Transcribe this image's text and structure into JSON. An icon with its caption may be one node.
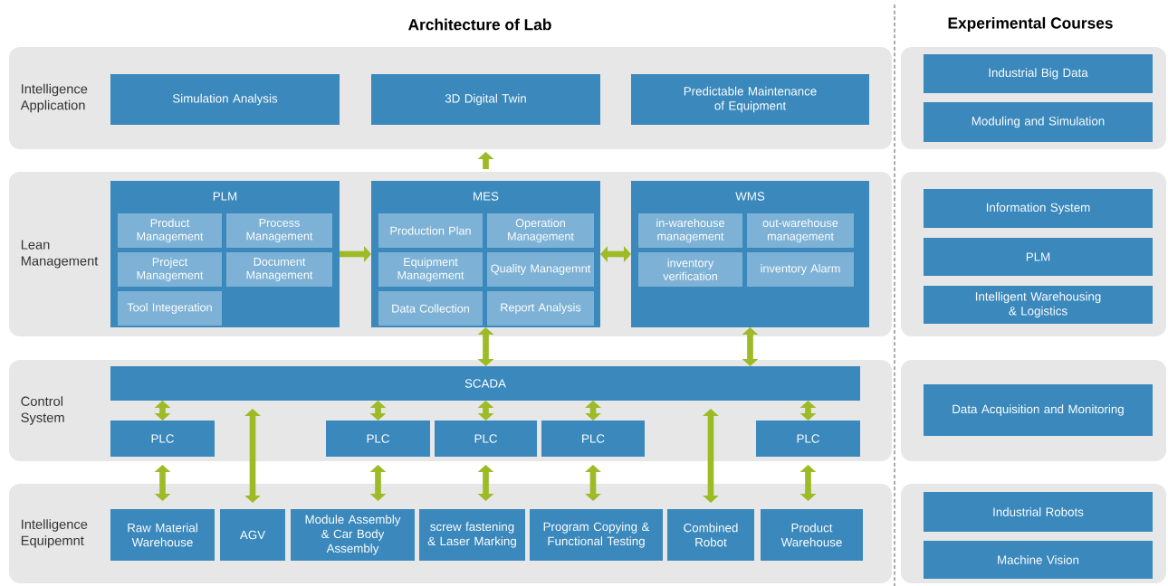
{
  "diagram": {
    "title": "Architecture of Lab",
    "nodes": [
      {
        "text": [
          "Intelligence Application"
        ]
      },
      {
        "text": [
          "Simulation  Analysis"
        ],
        "in": 0
      },
      {
        "text": [
          "3D Digital Twin"
        ],
        "in": 0
      },
      {
        "text": [
          "Predictable Maintenance of  Equipment"
        ],
        "in": 0
      },
      {
        "text": [
          "Lean Management"
        ]
      },
      {
        "text": [
          "PLM"
        ],
        "in": 4
      },
      {
        "text": [
          "Product Management"
        ],
        "in": 5
      },
      {
        "text": [
          "Process Management"
        ],
        "in": 5
      },
      {
        "text": [
          "Project Management"
        ],
        "in": 5
      },
      {
        "text": [
          "Document Management"
        ],
        "in": 5
      },
      {
        "text": [
          "Tool Integeration"
        ],
        "in": 5
      },
      {
        "text": [
          "MES"
        ],
        "in": 4
      },
      {
        "text": [
          "Production Plan"
        ],
        "in": 11
      },
      {
        "text": [
          "Operation Management"
        ],
        "in": 11
      },
      {
        "text": [
          "Equipment Management"
        ],
        "in": 11
      },
      {
        "text": [
          "Quality Managemnt"
        ],
        "in": 11
      },
      {
        "text": [
          "Data Collection"
        ],
        "in": 11
      },
      {
        "text": [
          "Report Analysis"
        ],
        "in": 11
      },
      {
        "text": [
          "WMS"
        ],
        "in": 4
      },
      {
        "text": [
          "in-warehouse management"
        ],
        "in": 18
      },
      {
        "text": [
          "out-warehouse management"
        ],
        "in": 18
      },
      {
        "text": [
          "inventory verification"
        ],
        "in": 18
      },
      {
        "text": [
          "inventory Alarm"
        ],
        "in": 18
      },
      {
        "text": [
          "Control System"
        ]
      },
      {
        "text": [
          "SCADA"
        ],
        "in": 23
      },
      {
        "text": [
          "PLC"
        ],
        "in": 23
      },
      {
        "text": [
          "PLC"
        ],
        "in": 23
      },
      {
        "text": [
          "PLC"
        ],
        "in": 23
      },
      {
        "text": [
          "PLC"
        ],
        "in": 23
      },
      {
        "text": [
          "PLC"
        ],
        "in": 23
      },
      {
        "text": [
          "Intelligence Equipemnt"
        ]
      },
      {
        "text": [
          "Raw Material Warehouse"
        ],
        "in": 30
      },
      {
        "text": [
          "AGV"
        ],
        "in": 30
      },
      {
        "text": [
          "Module Assembly & Car Body  Assembly"
        ],
        "in": 30
      },
      {
        "text": [
          "screw fastening & Laser Marking"
        ],
        "in": 30
      },
      {
        "text": [
          "Program Copying & Functional Testing"
        ],
        "in": 30
      },
      {
        "text": [
          "Combined Robot"
        ],
        "in": 30
      },
      {
        "text": [
          "Product Warehouse"
        ],
        "in": 30
      },
      {
        "text": [],
        "shape": "box"
      },
      {
        "text": [
          "Industrial Big Data"
        ],
        "in": 38
      },
      {
        "text": [
          "Moduling and Simulation"
        ],
        "in": 38
      },
      {
        "text": [],
        "shape": "box"
      },
      {
        "text": [
          "Information System"
        ],
        "in": 41
      },
      {
        "text": [
          "PLM"
        ],
        "in": 41
      },
      {
        "text": [
          "Intelligent Warehousing & Logistics"
        ],
        "in": 41
      },
      {
        "text": [],
        "shape": "box"
      },
      {
        "text": [
          "Data Acquisition and  Monitoring"
        ],
        "in": 45
      },
      {
        "text": [],
        "shape": "box"
      },
      {
        "text": [
          "Industrial Robots"
        ],
        "in": 47
      },
      {
        "text": [
          "Machine Vision"
        ],
        "in": 47
      }
    ],
    "edges": [
      {
        "from": 4,
        "to": 0,
        "arrow": "to"
      },
      {
        "from": 5,
        "to": 11,
        "arrow": "to"
      },
      {
        "from": 11,
        "to": 18,
        "arrow": "both"
      },
      {
        "from": 11,
        "to": 24,
        "arrow": "both"
      },
      {
        "from": 18,
        "to": 24,
        "arrow": "both"
      },
      {
        "from": 24,
        "to": 25,
        "arrow": "both"
      },
      {
        "from": 24,
        "to": 32,
        "arrow": "both"
      },
      {
        "from": 24,
        "to": 26,
        "arrow": "both"
      },
      {
        "from": 24,
        "to": 27,
        "arrow": "both"
      },
      {
        "from": 24,
        "to": 28,
        "arrow": "both"
      },
      {
        "from": 24,
        "to": 36,
        "arrow": "both"
      },
      {
        "from": 24,
        "to": 29,
        "arrow": "both"
      },
      {
        "from": 25,
        "to": 31,
        "arrow": "both"
      },
      {
        "from": 26,
        "to": 33,
        "arrow": "both"
      },
      {
        "from": 27,
        "to": 34,
        "arrow": "both"
      },
      {
        "from": 28,
        "to": 35,
        "arrow": "both"
      },
      {
        "from": 29,
        "to": 37,
        "arrow": "both"
      }
    ],
    "labels": [
      "Experimental Courses"
    ]
  }
}
